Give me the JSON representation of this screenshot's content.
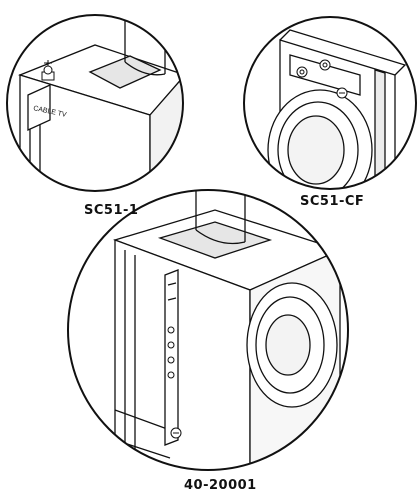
{
  "figures": [
    {
      "id": "sc51-1",
      "caption": "SC51-1",
      "panel_label": "CABLE TV"
    },
    {
      "id": "sc51-cf",
      "caption": "SC51-CF"
    },
    {
      "id": "40-20001",
      "caption": "40-20001"
    }
  ],
  "colors": {
    "line": "#111111",
    "background": "#ffffff",
    "shade": "#cfcfcf"
  },
  "icons": [
    "coax-connector-icon",
    "ground-screw-icon"
  ]
}
